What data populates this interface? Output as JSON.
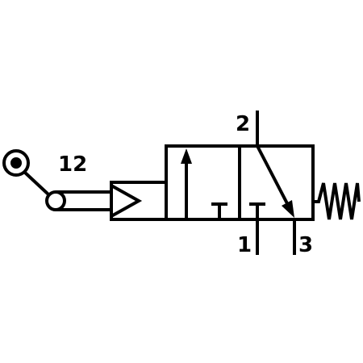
{
  "labels": {
    "pilot": "12",
    "port_out": "2",
    "port_in": "1",
    "port_exhaust": "3"
  },
  "colors": {
    "stroke": "#000000",
    "background": "#ffffff"
  }
}
